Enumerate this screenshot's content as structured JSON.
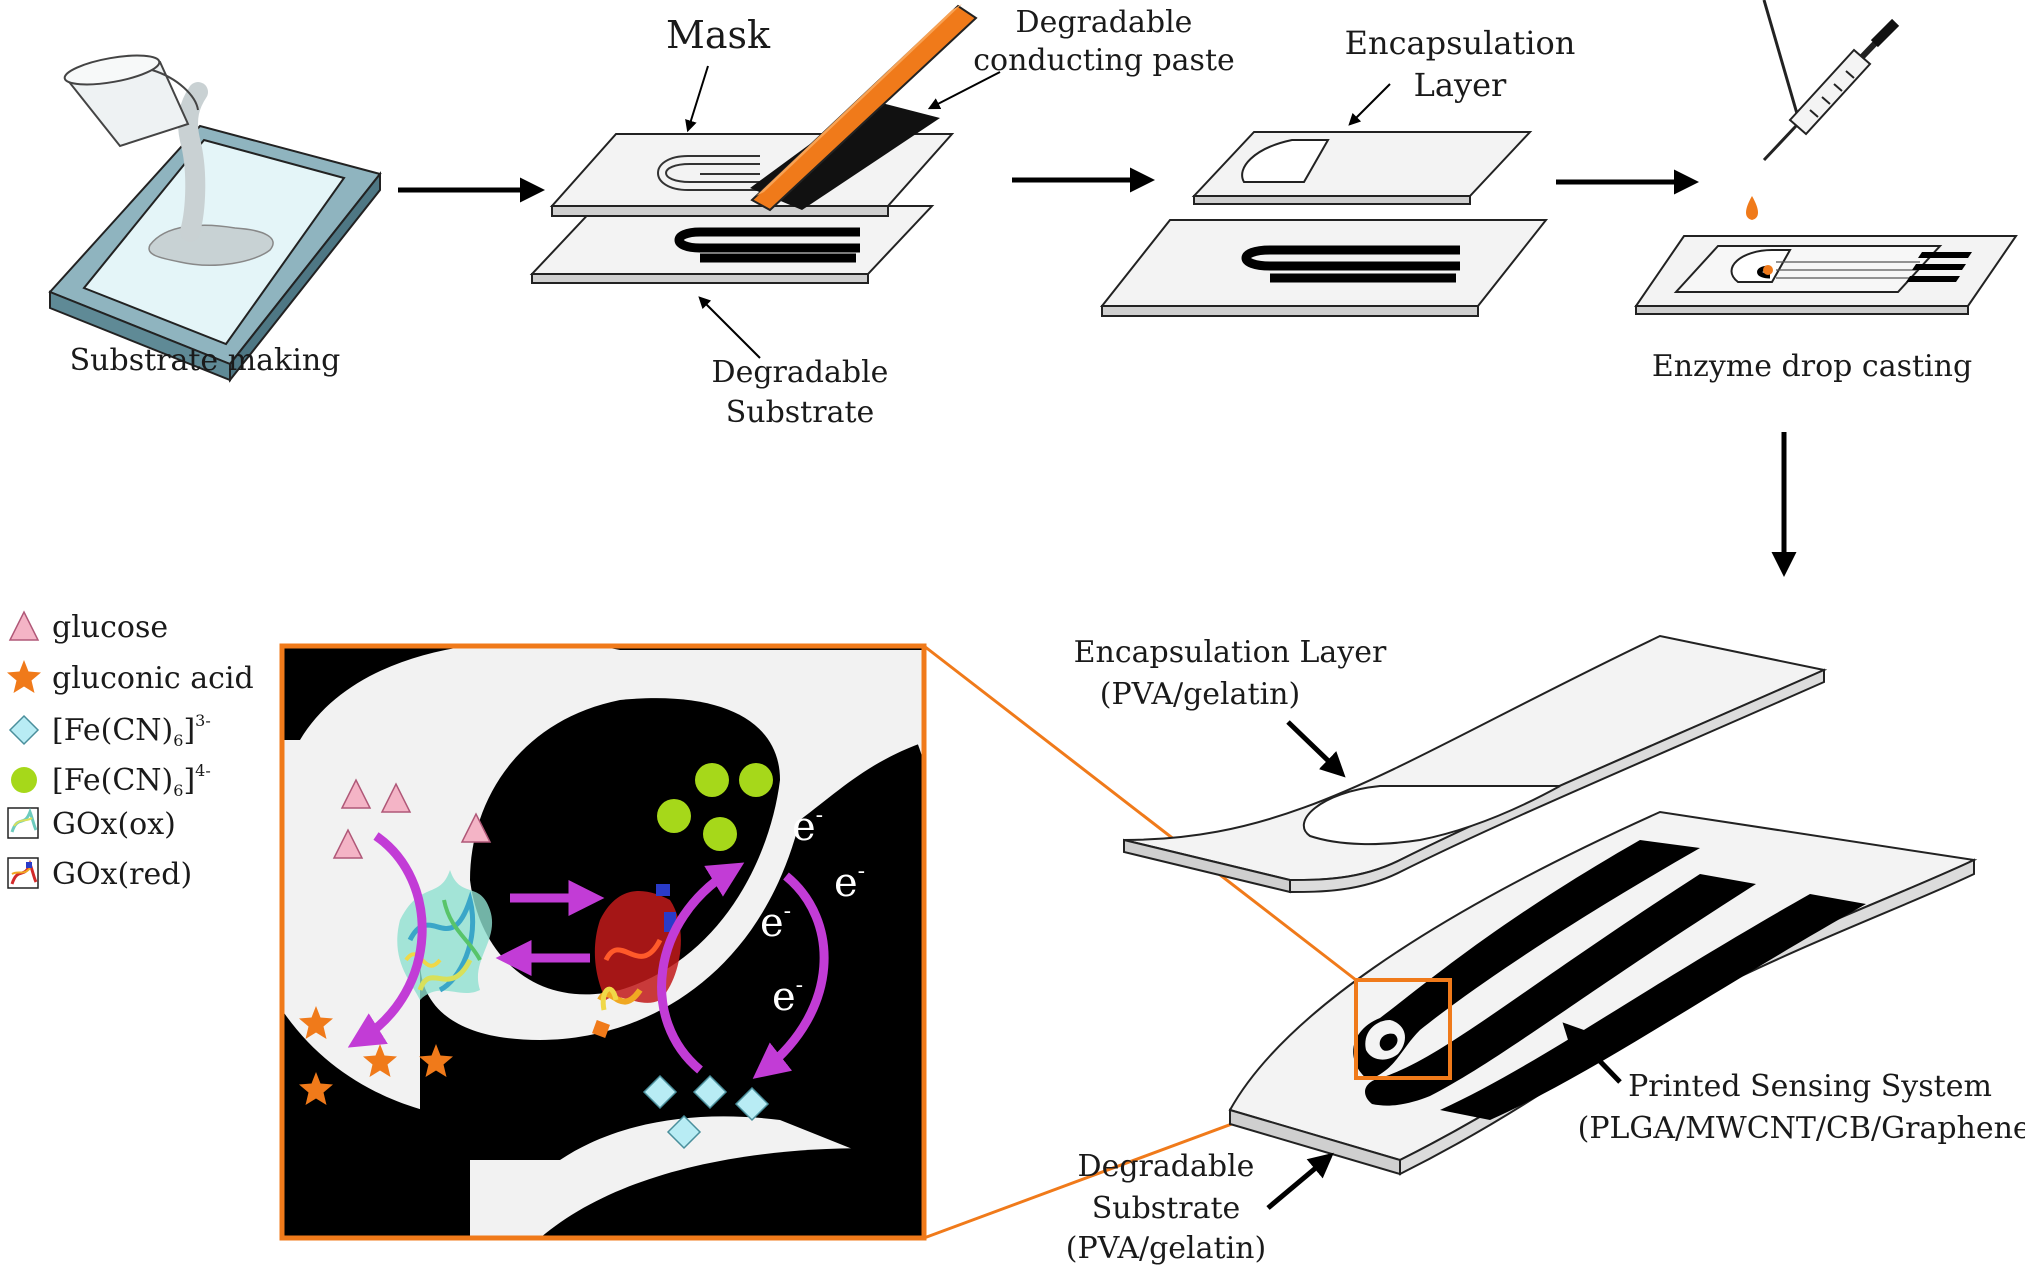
{
  "steps": {
    "substrate_making": "Substrate making",
    "mask": "Mask",
    "paste_line1": "Degradable",
    "paste_line2": "conducting paste",
    "deg_sub_line1": "Degradable",
    "deg_sub_line2": "Substrate",
    "encap_line1": "Encapsulation",
    "encap_line2": "Layer",
    "enzyme_drop_casting": "Enzyme drop casting"
  },
  "legend": {
    "glucose": "glucose",
    "gluconic_acid": "gluconic acid",
    "ferri_base": "[Fe(CN)",
    "ferri_sub": "6",
    "ferri_close": "]",
    "ferri_sup": "3-",
    "ferro_base": "[Fe(CN)",
    "ferro_sub": "6",
    "ferro_close": "]",
    "ferro_sup": "4-",
    "gox_ox": "GOx(ox)",
    "gox_red": "GOx(red)"
  },
  "zoom": {
    "electron": "e",
    "electron_sup": "-"
  },
  "device": {
    "encap_line1": "Encapsulation Layer",
    "encap_line2": "(PVA/gelatin)",
    "printed_line1": "Printed Sensing System",
    "printed_line2": "(PLGA/MWCNT/CB/Graphene)",
    "deg_line1": "Degradable",
    "deg_line2": "Substrate",
    "deg_line3": "(PVA/gelatin)"
  },
  "colors": {
    "orange": "#f07a1a",
    "magenta": "#c23cd6",
    "pink": "#f4b4c6",
    "cyan": "#b8ecf4",
    "green": "#a6d81a",
    "trace": "#0a0a0a",
    "frame": "#6fa0ac"
  }
}
